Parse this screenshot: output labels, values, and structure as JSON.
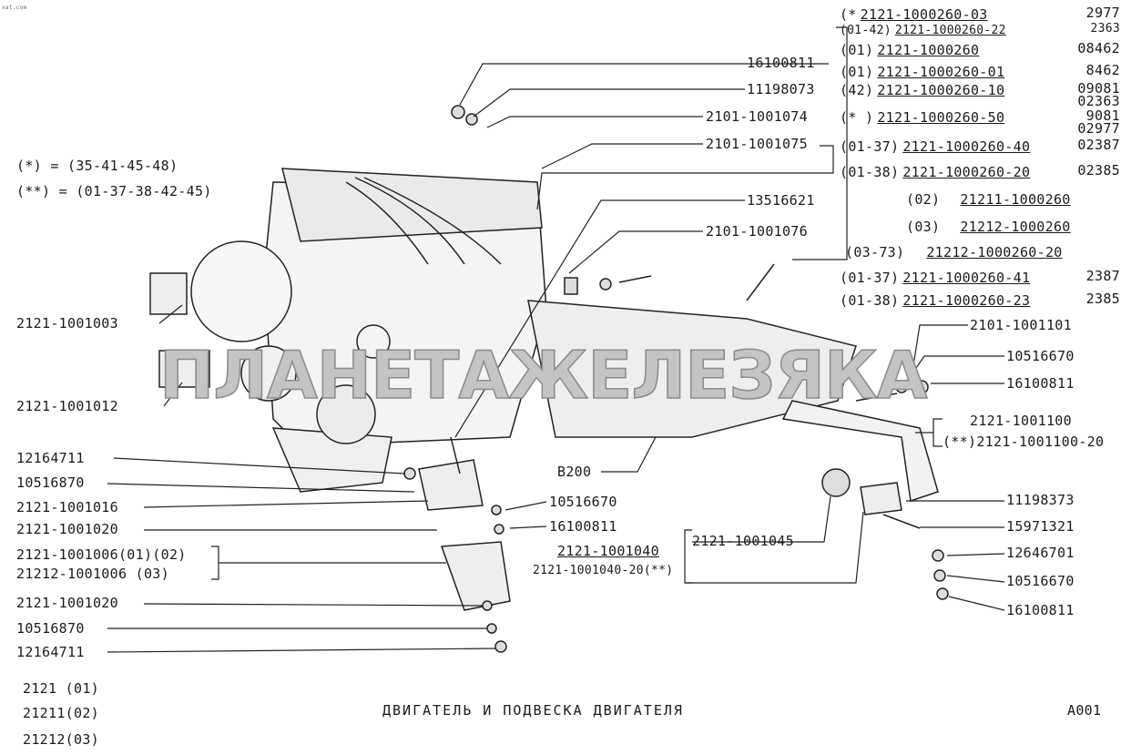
{
  "site_mark": "xat.com",
  "title": "ДВИГАТЕЛЬ И ПОДВЕСКА ДВИГАТЕЛЯ",
  "sheet_code": "A001",
  "watermark": "ПЛАНЕТАЖЕЛЕЗЯКА",
  "legend": [
    "(*) = (35-41-45-48)",
    "(**) = (01-37-38-42-45)"
  ],
  "models": [
    "2121 (01)",
    "21211(02)",
    "21212(03)"
  ],
  "engine_variants": [
    {
      "code": "(*",
      "part": "2121-1000260-03",
      "ref": "2977"
    },
    {
      "code": "(01-42)",
      "part": "2121-1000260-22",
      "ref": "2363"
    },
    {
      "code": "(01)",
      "part": "2121-1000260",
      "ref": "08462"
    },
    {
      "code": "(01)",
      "part": "2121-1000260-01",
      "ref": "8462"
    },
    {
      "code": "(42)",
      "part": "2121-1000260-10",
      "ref": "09081 02363"
    },
    {
      "code": "(* )",
      "part": "2121-1000260-50",
      "ref": "9081 02977"
    },
    {
      "code": "(01-37)",
      "part": "2121-1000260-40",
      "ref": "02387"
    },
    {
      "code": "(01-38)",
      "part": "2121-1000260-20",
      "ref": "02385"
    },
    {
      "code": "(02)",
      "part": "21211-1000260",
      "ref": ""
    },
    {
      "code": "(03)",
      "part": "21212-1000260",
      "ref": ""
    },
    {
      "code": "(03-73)",
      "part": "21212-1000260-20",
      "ref": ""
    },
    {
      "code": "(01-37)",
      "part": "2121-1000260-41",
      "ref": "2387"
    },
    {
      "code": "(01-38)",
      "part": "2121-1000260-23",
      "ref": "2385"
    }
  ],
  "parts": {
    "p16100811_top": "16100811",
    "p11198073": "11198073",
    "p2101_1001074": "2101-1001074",
    "p2101_1001075": "2101-1001075",
    "p13516621": "13516621",
    "p2101_1001076": "2101-1001076",
    "p2121_1001003": "2121-1001003",
    "p2121_1001012": "2121-1001012",
    "p12164711_a": "12164711",
    "p10516870_a": "10516870",
    "p2121_1001016": "2121-1001016",
    "p2121_1001020_a": "2121-1001020",
    "p2121_1001006": "2121-1001006(01)(02)",
    "p21212_1001006": "21212-1001006 (03)",
    "p2121_1001020_b": "2121-1001020",
    "p10516870_b": "10516870",
    "p12164711_b": "12164711",
    "p2101_1001101": "2101-1001101",
    "p10516670_r": "10516670",
    "p16100811_r": "16100811",
    "p2121_1001100": "2121-1001100",
    "p2121_1001100_20": "(**)2121-1001100-20",
    "pB200": "B200",
    "p10516670_c": "10516670",
    "p16100811_c": "16100811",
    "p2121_1001040": "2121-1001040",
    "p2121_1001040_20": "2121-1001040-20(**)",
    "p2121_1001045": "2121-1001045",
    "p11198373": "11198373",
    "p15971321": "15971321",
    "p12646701": "12646701",
    "p10516670_b": "10516670",
    "p16100811_b": "16100811"
  }
}
